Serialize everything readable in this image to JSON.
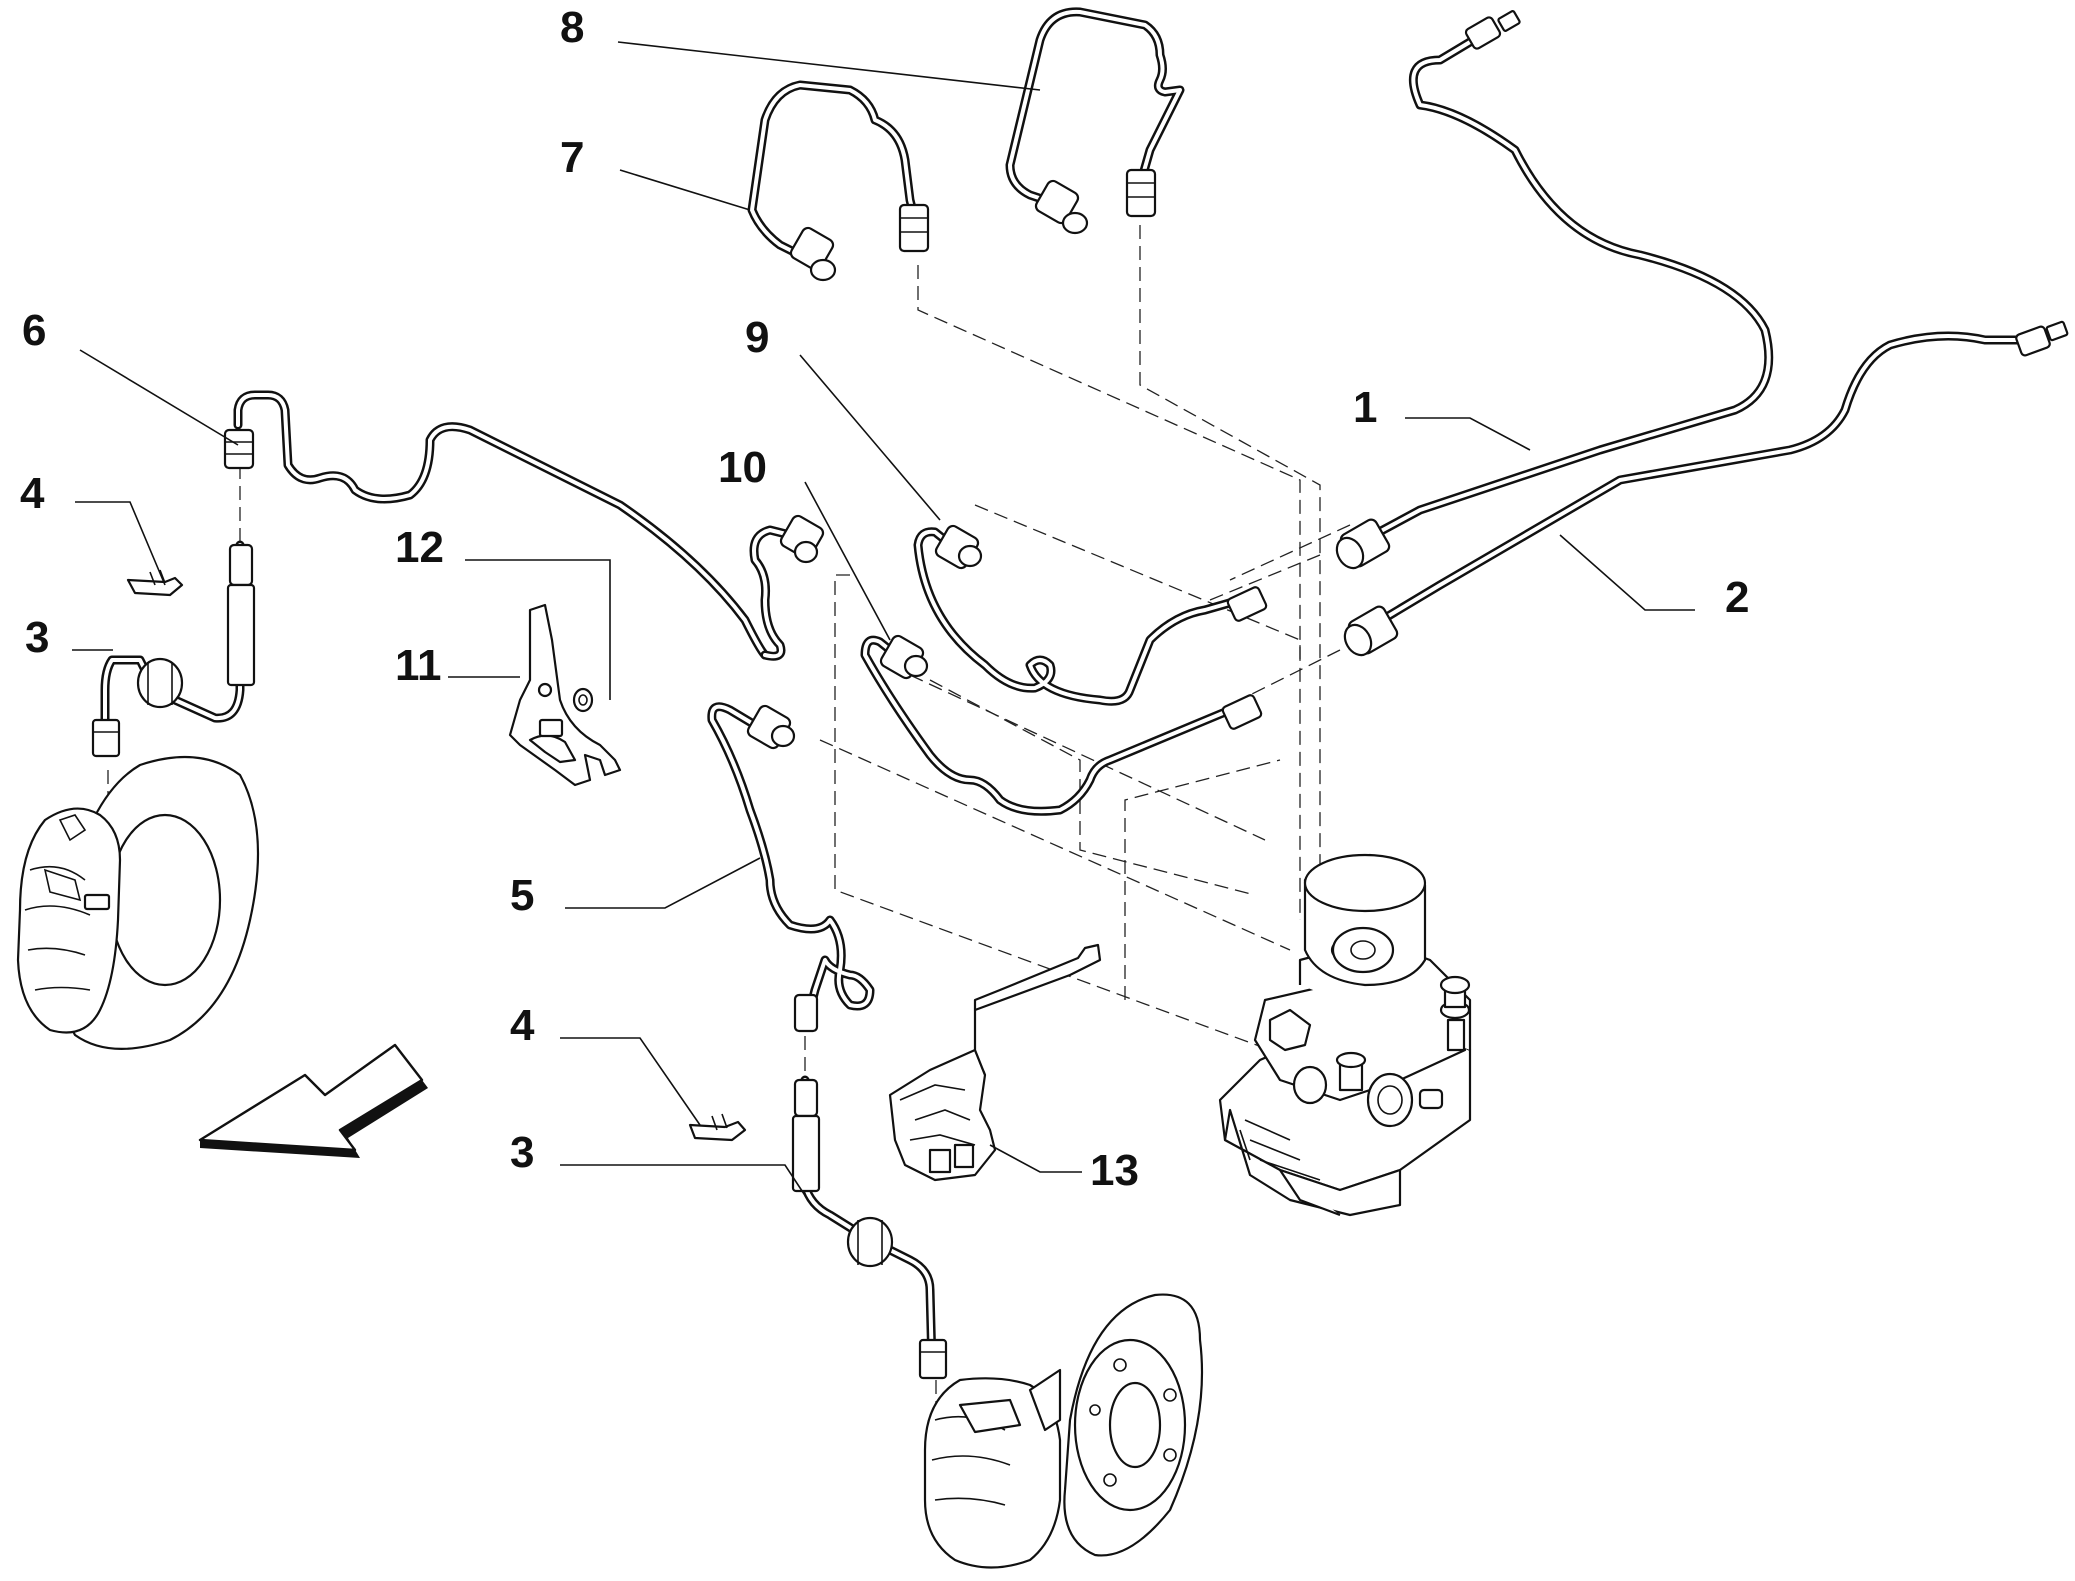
{
  "callouts": {
    "c1": "1",
    "c2": "2",
    "c3a": "3",
    "c3b": "3",
    "c4a": "4",
    "c4b": "4",
    "c5": "5",
    "c6": "6",
    "c7": "7",
    "c8": "8",
    "c9": "9",
    "c10": "10",
    "c11": "11",
    "c12": "12",
    "c13": "13"
  },
  "colors": {
    "line": "#111111",
    "background": "#ffffff"
  }
}
